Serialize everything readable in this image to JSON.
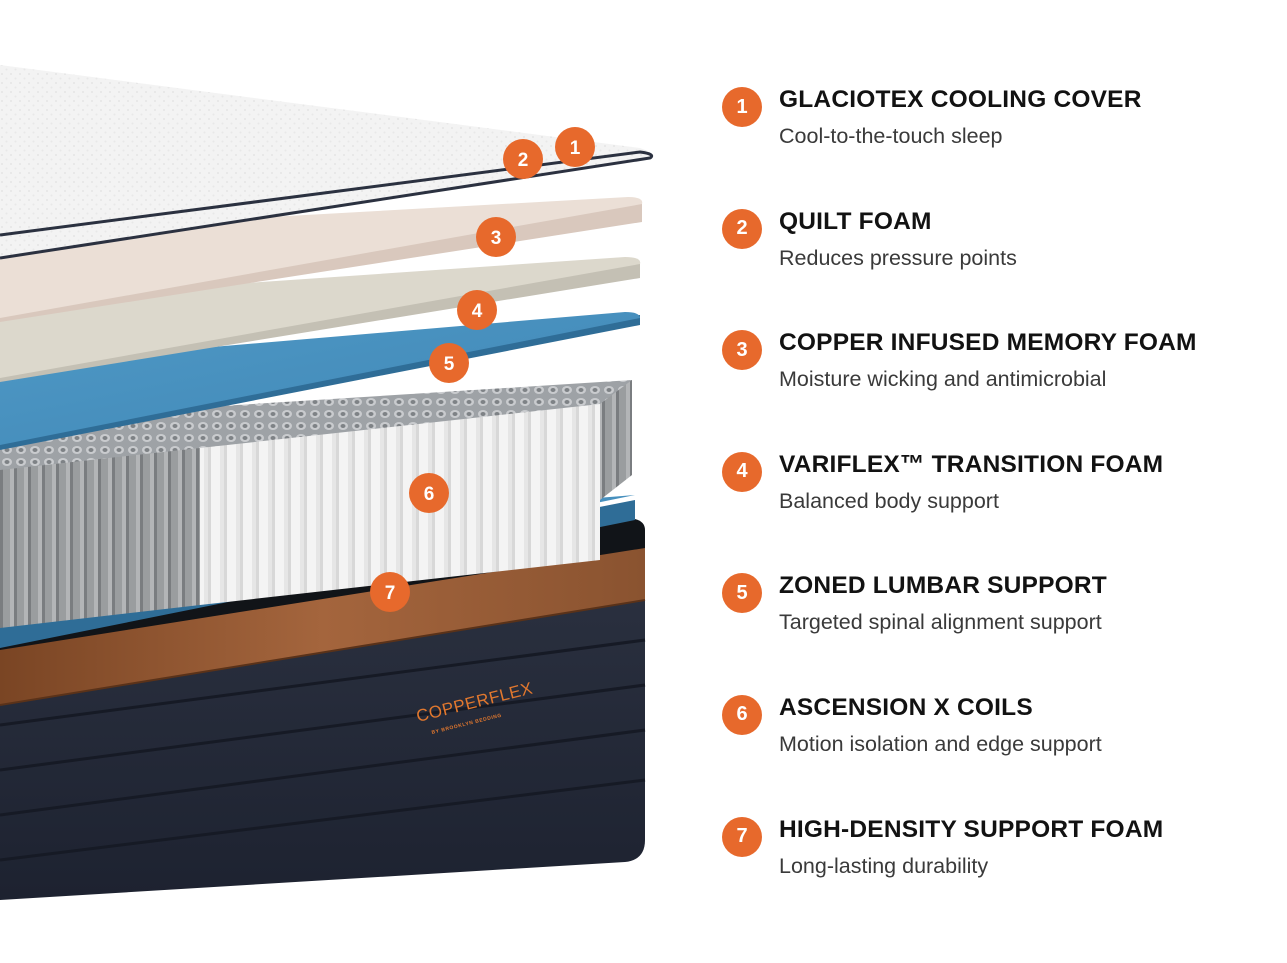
{
  "accent_color": "#e7692c",
  "brand": {
    "name": "COPPERFLEX",
    "sub": "BY BROOKLYN BEDDING"
  },
  "layers": [
    {
      "number": "1",
      "title": "GLACIOTEX COOLING COVER",
      "description": "Cool-to-the-touch sleep"
    },
    {
      "number": "2",
      "title": "QUILT FOAM",
      "description": "Reduces pressure points"
    },
    {
      "number": "3",
      "title": "COPPER INFUSED MEMORY FOAM",
      "description": "Moisture wicking and antimicrobial"
    },
    {
      "number": "4",
      "title": "VARIFLEX™ TRANSITION FOAM",
      "description": "Balanced body support"
    },
    {
      "number": "5",
      "title": "ZONED LUMBAR SUPPORT",
      "description": "Targeted spinal alignment support"
    },
    {
      "number": "6",
      "title": "ASCENSION X COILS",
      "description": "Motion isolation and edge support"
    },
    {
      "number": "7",
      "title": "HIGH-DENSITY SUPPORT FOAM",
      "description": "Long-lasting durability"
    }
  ]
}
